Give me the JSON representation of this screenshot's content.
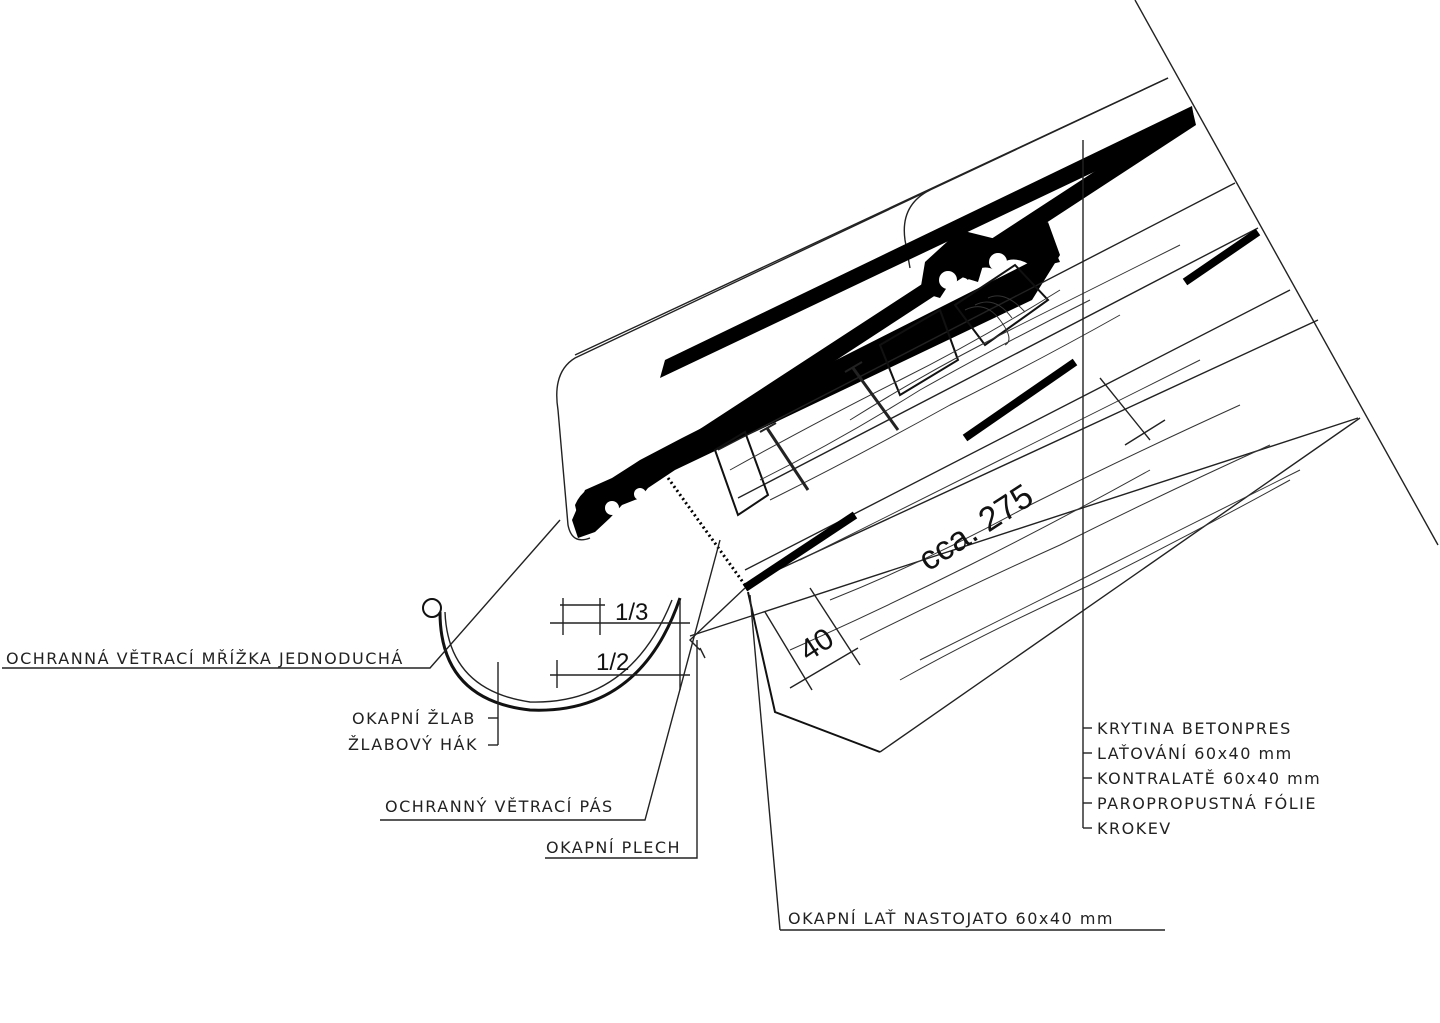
{
  "labels": {
    "ventilation_grid": "OCHRANNÁ VĚTRACÍ MŘÍŽKA JEDNODUCHÁ",
    "gutter": "OKAPNÍ ŽLAB",
    "gutter_hook": "ŽLABOVÝ HÁK",
    "ventilation_strip": "OCHRANNÝ VĚTRACÍ PÁS",
    "drip_sheet": "OKAPNÍ PLECH",
    "eaves_batten": "OKAPNÍ LAŤ NASTOJATO 60x40 mm"
  },
  "layers": [
    "KRYTINA BETONPRES",
    "LAŤOVÁNÍ 60x40 mm",
    "KONTRALATĚ 60x40 mm",
    "PAROPROPUSTNÁ FÓLIE",
    "KROKEV"
  ],
  "dimensions": {
    "batten_spacing": "cca. 275",
    "overhang": "40",
    "hook_third": "1/3",
    "hook_half": "1/2"
  }
}
